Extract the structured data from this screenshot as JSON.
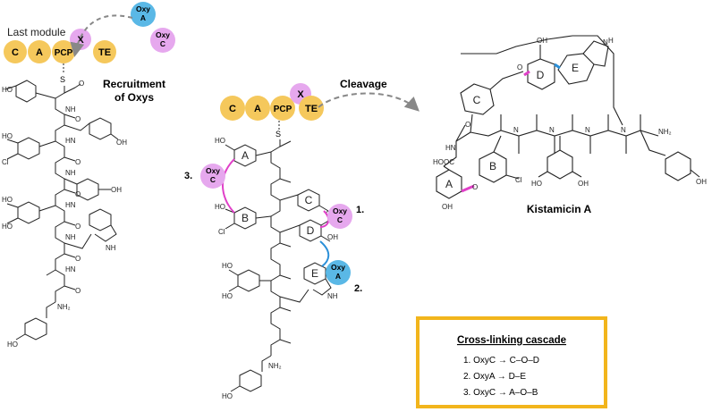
{
  "module": {
    "last_module_label": "Last module",
    "domains": [
      "C",
      "A",
      "PCP",
      "X",
      "TE"
    ],
    "thio_label": "S"
  },
  "oxys": {
    "oxy_a": [
      "Oxy",
      "A"
    ],
    "oxy_c": [
      "Oxy",
      "C"
    ]
  },
  "labels": {
    "recruitment": [
      "Recruitment",
      "of Oxys"
    ],
    "cleavage": "Cleavage",
    "product": "Kistamicin A",
    "step1": "1.",
    "step2": "2.",
    "step3": "3."
  },
  "rings": [
    "A",
    "B",
    "C",
    "D",
    "E"
  ],
  "atoms": {
    "ho": "HO",
    "oh": "OH",
    "cl": "Cl",
    "nh": "NH",
    "hn": "HN",
    "nh2": "NH₂",
    "n": "N",
    "h": "H",
    "o": "O",
    "hooc": "HOOC",
    "h_n": "H"
  },
  "cascade": {
    "title": "Cross-linking cascade",
    "steps": [
      "1. OxyC → C–O–D",
      "2. OxyA → D–E",
      "3. OxyC → A–O–B"
    ]
  },
  "colors": {
    "module_domain": "#f5c85c",
    "x_domain": "#e6a8ee",
    "oxy_a": "#5ab8e6",
    "oxy_c": "#e6a8ee",
    "magenta_link": "#e040c8",
    "blue_link": "#2a8fd8",
    "box_border": "#f2b51c",
    "arrow": "#888888"
  }
}
